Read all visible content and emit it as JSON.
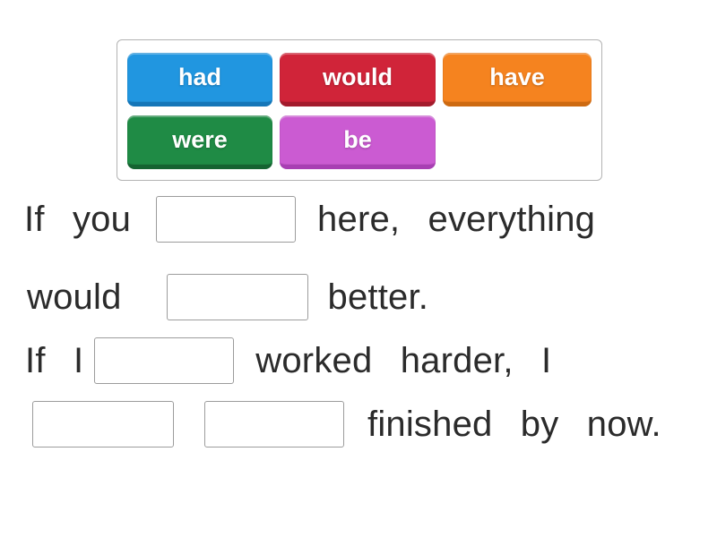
{
  "canvas": {
    "background": "#ffffff",
    "text_color": "#2b2b2b",
    "blank_border_color": "#9c9c9c",
    "panel_border_color": "#b3b3b3"
  },
  "word_bank": {
    "items": [
      {
        "label": "had",
        "color": "#2196e0",
        "shade": "#1576b8"
      },
      {
        "label": "would",
        "color": "#d02439",
        "shade": "#a31b2c"
      },
      {
        "label": "have",
        "color": "#f5831f",
        "shade": "#cd6a11"
      },
      {
        "label": "were",
        "color": "#1f8b45",
        "shade": "#156331"
      },
      {
        "label": "be",
        "color": "#cb5bd2",
        "shade": "#a83fb3"
      }
    ]
  },
  "sentences": [
    {
      "before": "If you",
      "after": "here, everything"
    },
    {
      "before": "would",
      "after": "better."
    },
    {
      "before": "If I",
      "after": "worked harder, I"
    },
    {
      "before": "",
      "after": "finished by now."
    }
  ]
}
